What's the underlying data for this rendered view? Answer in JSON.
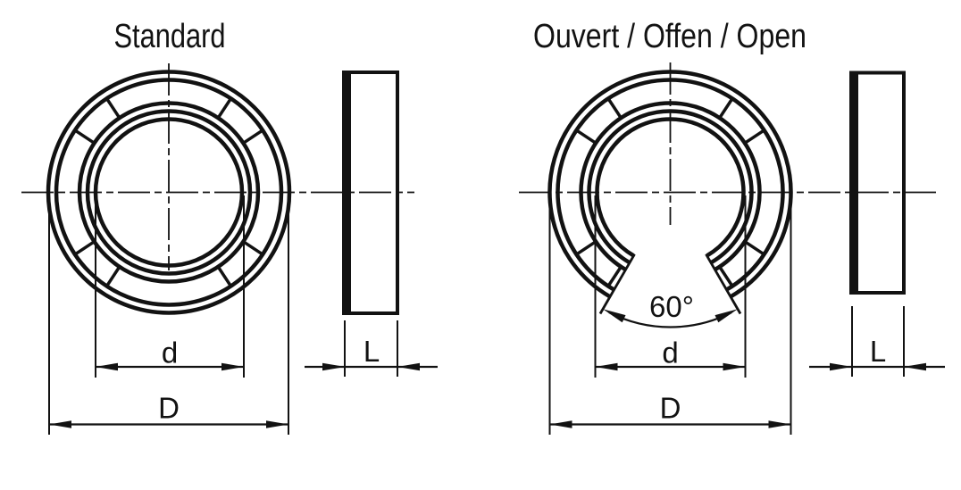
{
  "diagram": {
    "background": "#ffffff",
    "line_color": "#121212",
    "standard": {
      "title": "Standard",
      "d_label": "d",
      "D_label": "D",
      "L_label": "L"
    },
    "open": {
      "title": "Ouvert / Offen / Open",
      "angle_label": "60°",
      "d_label": "d",
      "D_label": "D",
      "L_label": "L"
    }
  }
}
